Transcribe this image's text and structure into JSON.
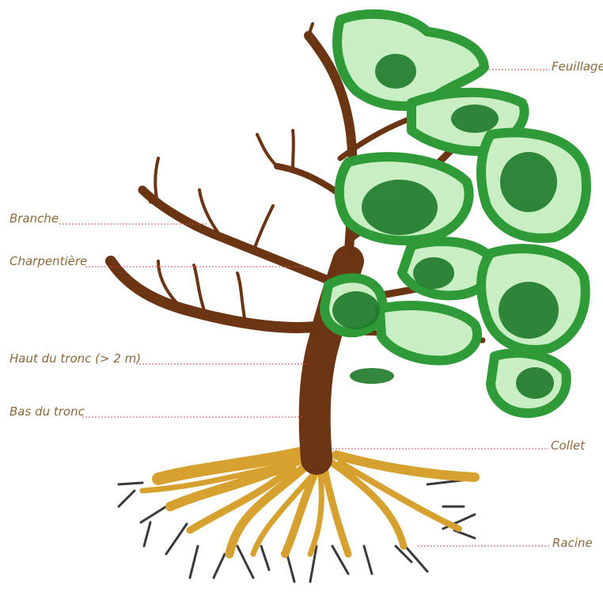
{
  "colors": {
    "label": "#8a6a3a",
    "leader": "#d84848",
    "trunk": "#6b3412",
    "root": "#d6a12e",
    "fine_root": "#3a3a3a",
    "leaf_dark": "#1e7a2a",
    "leaf_mid": "#33a13c",
    "leaf_light": "#c9eec4"
  },
  "labels": {
    "feuillage": "Feuillage",
    "branche": "Branche",
    "charpentiere": "Charpentière",
    "haut_tronc": "Haut du tronc (> 2 m)",
    "bas_tronc": "Bas du tronc",
    "collet": "Collet",
    "racine": "Racine"
  }
}
